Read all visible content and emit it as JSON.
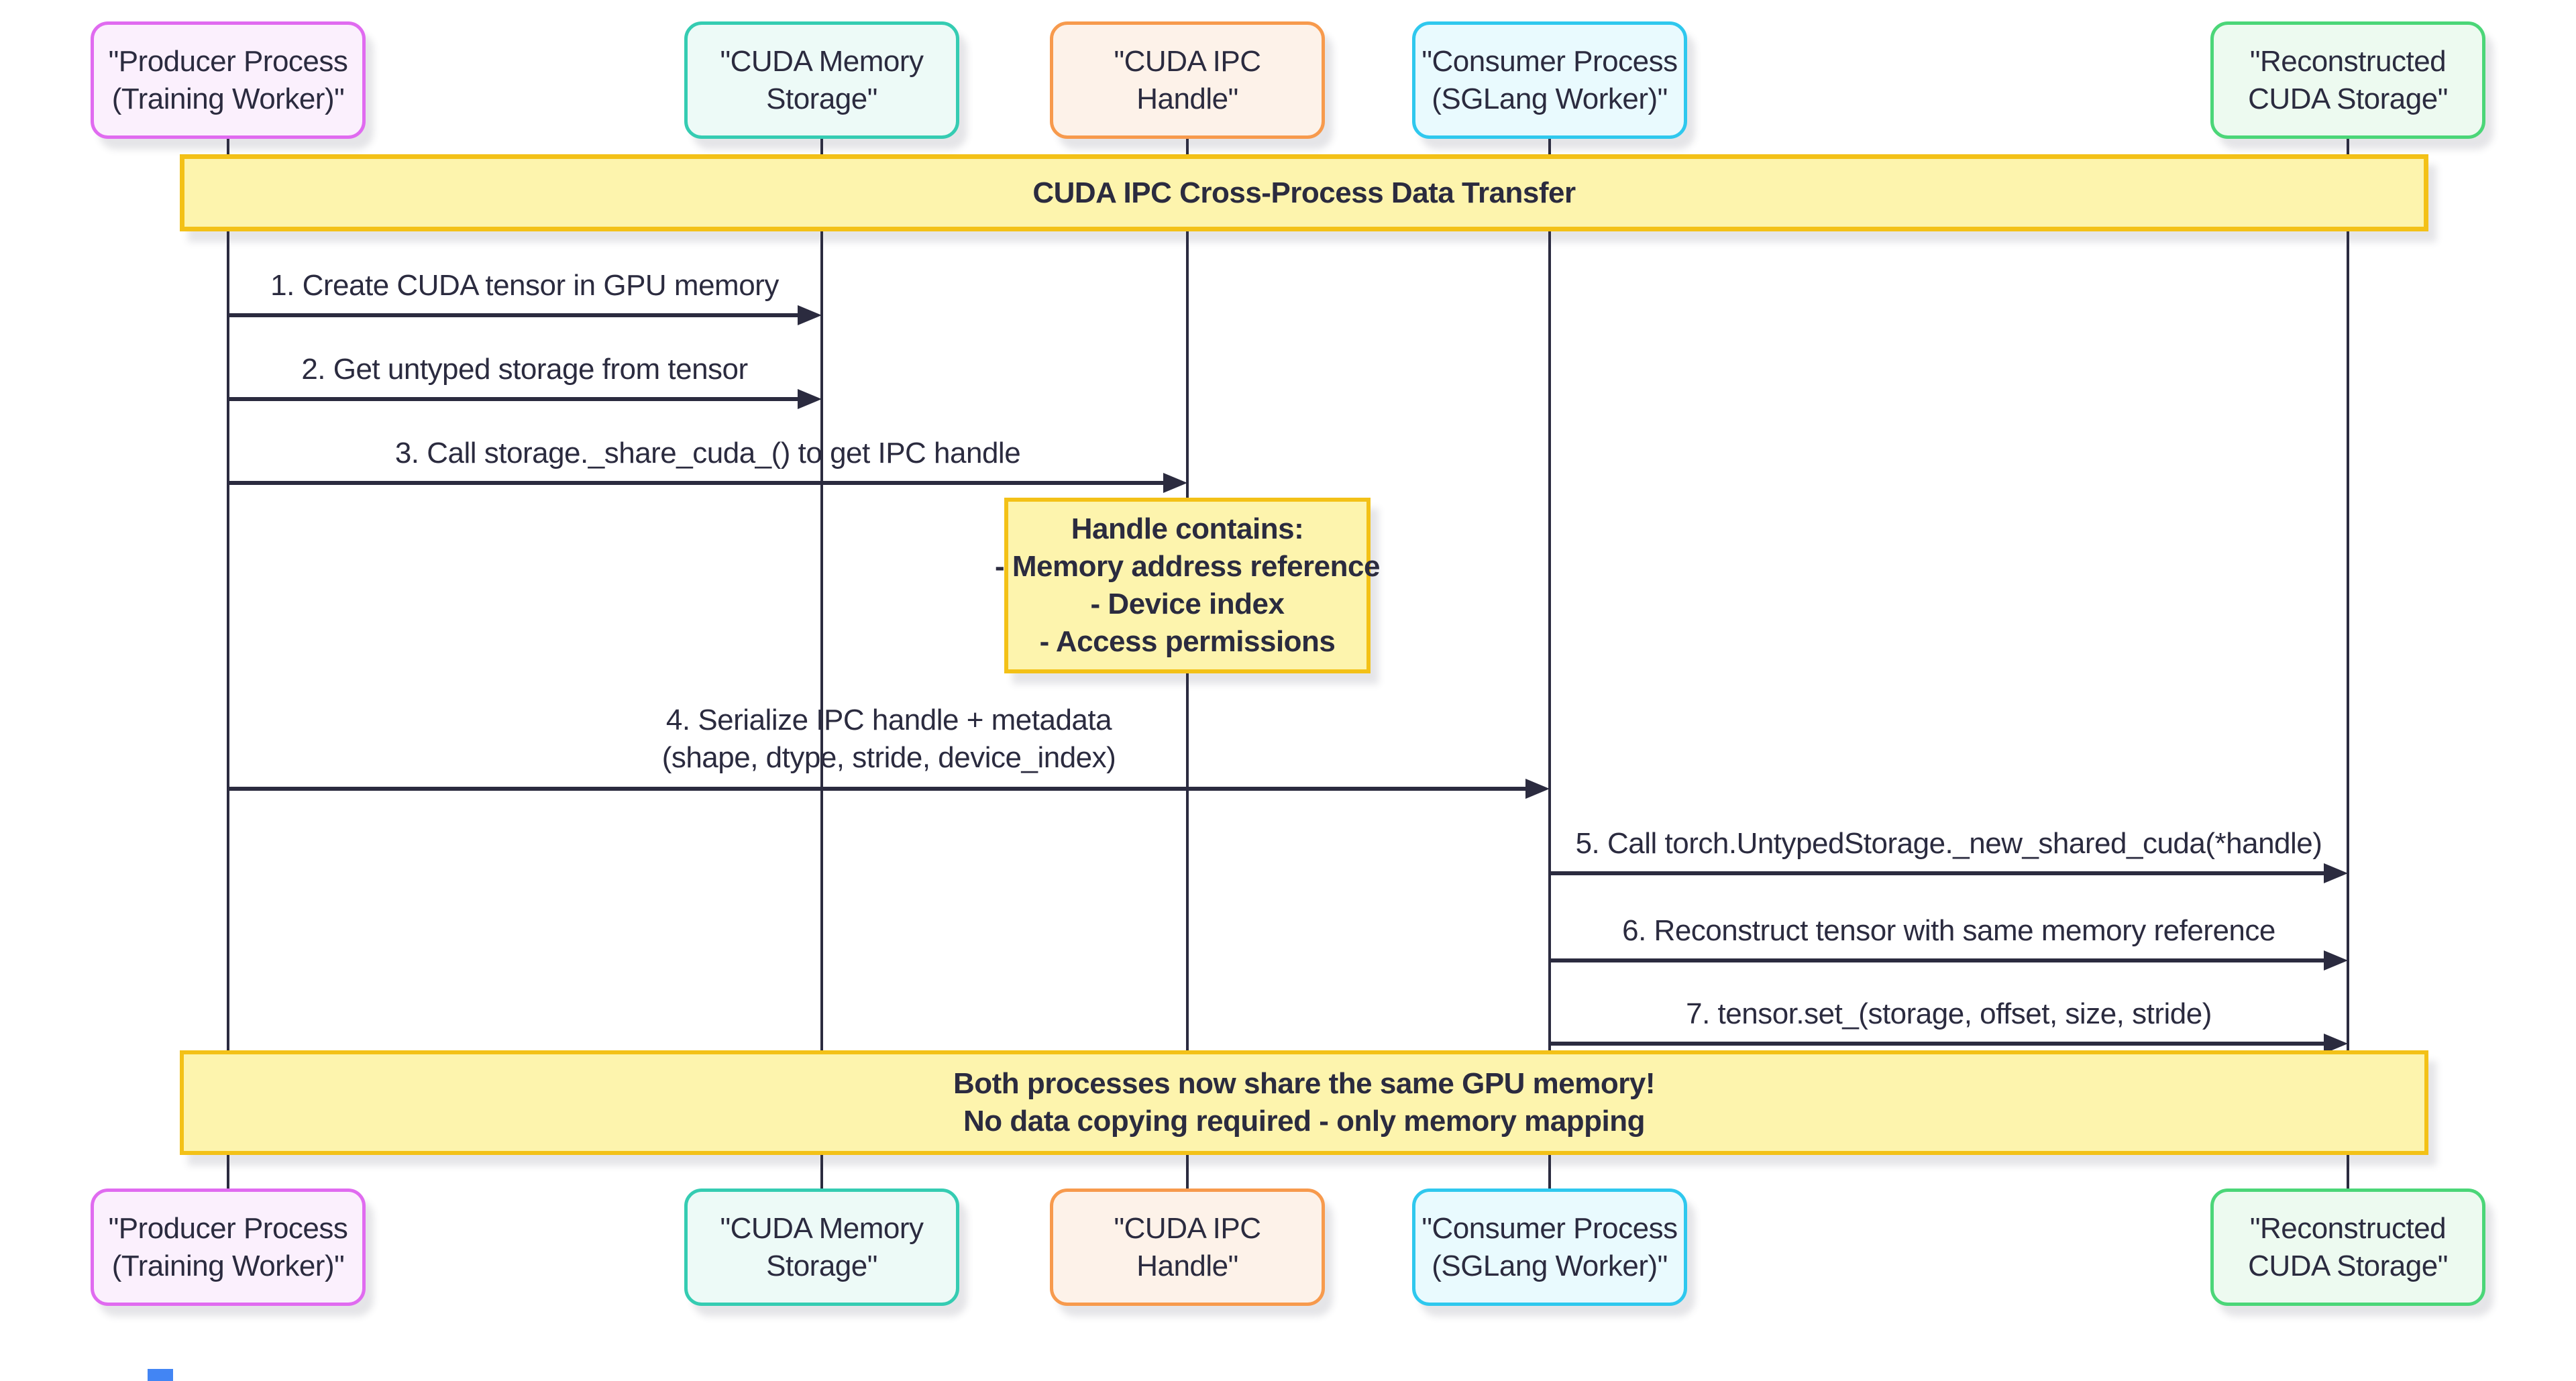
{
  "diagram_title": "CUDA IPC Cross-Process Data Transfer",
  "participants": [
    {
      "id": "producer",
      "label": "\"Producer Process\n(Training Worker)\"",
      "border_color": "#e06bf0",
      "fill_color": "#fbf0fd"
    },
    {
      "id": "cuda-memory-storage",
      "label": "\"CUDA Memory\nStorage\"",
      "border_color": "#35ccb2",
      "fill_color": "#edfaf7"
    },
    {
      "id": "cuda-ipc-handle",
      "label": "\"CUDA IPC\nHandle\"",
      "border_color": "#f79a4d",
      "fill_color": "#fdf2e9"
    },
    {
      "id": "consumer",
      "label": "\"Consumer Process\n(SGLang Worker)\"",
      "border_color": "#2fc8ee",
      "fill_color": "#e9fafe"
    },
    {
      "id": "reconstructed",
      "label": "\"Reconstructed\nCUDA Storage\"",
      "border_color": "#4bd678",
      "fill_color": "#edfaf0"
    }
  ],
  "messages": [
    {
      "num": 1,
      "from": "producer",
      "to": "cuda-memory-storage",
      "label": "1. Create CUDA tensor in GPU memory"
    },
    {
      "num": 2,
      "from": "producer",
      "to": "cuda-memory-storage",
      "label": "2. Get untyped storage from tensor"
    },
    {
      "num": 3,
      "from": "producer",
      "to": "cuda-ipc-handle",
      "label": "3. Call storage._share_cuda_() to get IPC handle"
    },
    {
      "num": 4,
      "from": "producer",
      "to": "consumer",
      "label": "4. Serialize IPC handle + metadata\n(shape, dtype, stride, device_index)"
    },
    {
      "num": 5,
      "from": "consumer",
      "to": "reconstructed",
      "label": "5. Call torch.UntypedStorage._new_shared_cuda(*handle)"
    },
    {
      "num": 6,
      "from": "consumer",
      "to": "reconstructed",
      "label": "6. Reconstruct tensor with same memory reference"
    },
    {
      "num": 7,
      "from": "consumer",
      "to": "reconstructed",
      "label": "7. tensor.set_(storage, offset, size, stride)"
    }
  ],
  "notes": [
    {
      "id": "handle-note",
      "over": "cuda-ipc-handle",
      "label": "Handle contains:\n- Memory address reference\n- Device index\n- Access permissions"
    },
    {
      "id": "shared-memory-note",
      "over": "all",
      "label": "Both processes now share the same GPU memory!\nNo data copying required - only memory mapping"
    }
  ],
  "colors": {
    "note_fill": "#fdf4ad",
    "note_border": "#f3c117",
    "line": "#2b2b3f",
    "text": "#2b2b3f"
  }
}
